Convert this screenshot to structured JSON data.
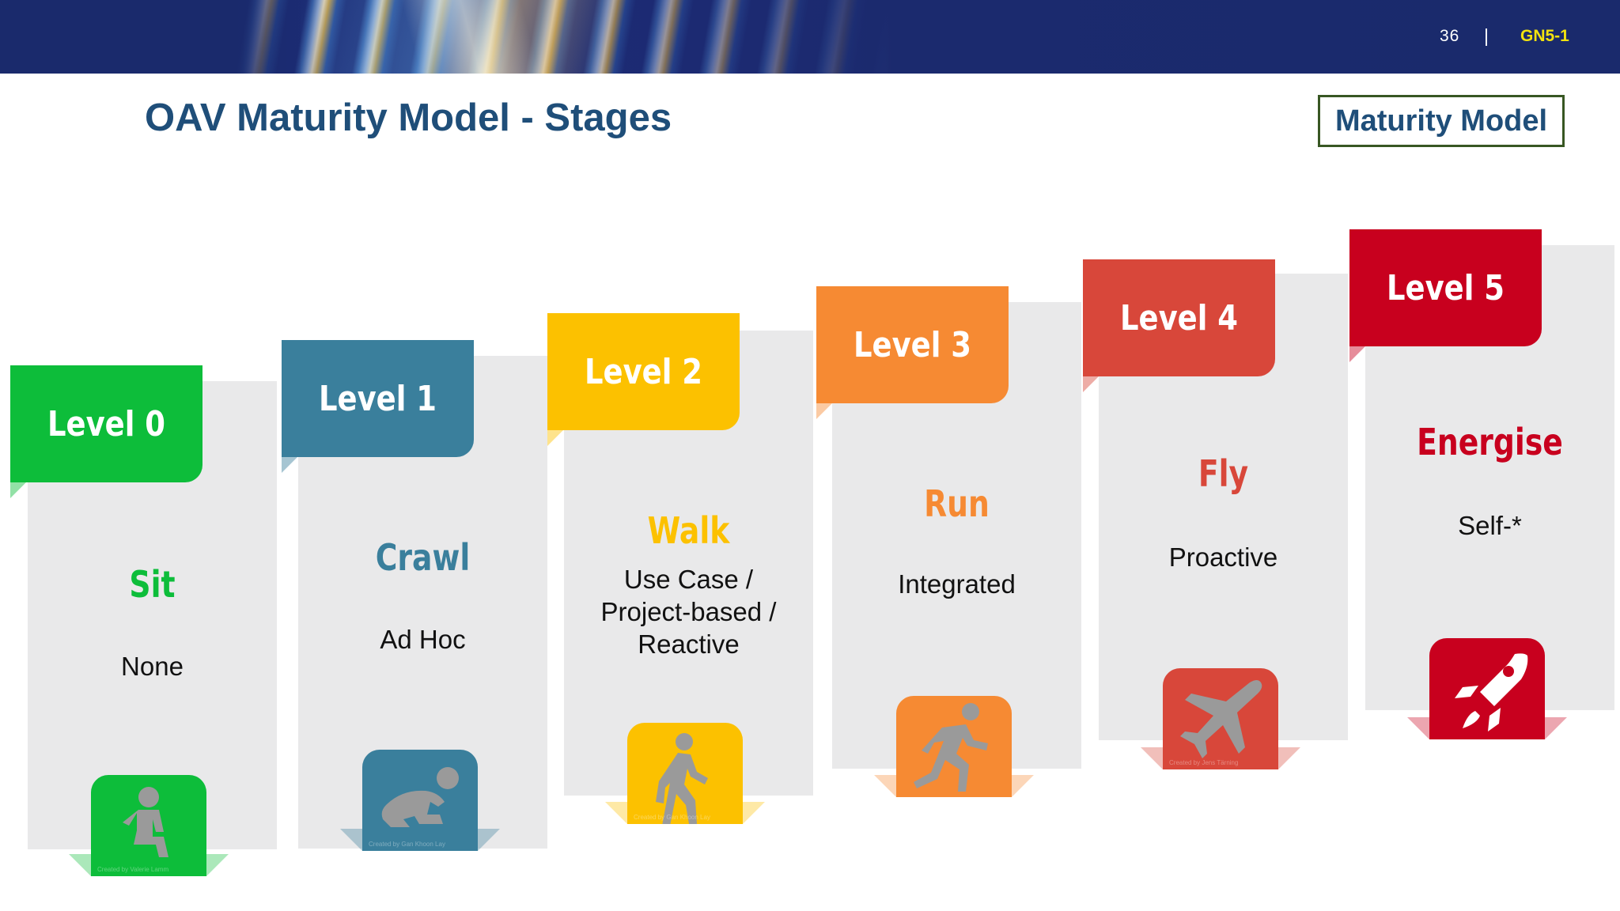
{
  "header": {
    "slide_number": "36",
    "separator": "|",
    "doc_code": "GN5-1"
  },
  "title": "OAV Maturity Model - Stages",
  "tag": "Maturity Model",
  "colors": {
    "level0": "#0dbd3a",
    "level1": "#3a7f9c",
    "level2": "#fcc100",
    "level3": "#f68a33",
    "level4": "#d8473a",
    "level5": "#c8001e",
    "panel": "#e9e9ea",
    "title": "#1f4e79",
    "doc_code": "#f2e20f"
  },
  "levels": [
    {
      "label": "Level 0",
      "stage": "Sit",
      "description": [
        "None"
      ],
      "icon": "sitting-child-icon",
      "credit": "Created by Valerie Lamm"
    },
    {
      "label": "Level 1",
      "stage": "Crawl",
      "description": [
        "Ad Hoc"
      ],
      "icon": "crawling-baby-icon",
      "credit": "Created by Gan Khoon Lay"
    },
    {
      "label": "Level 2",
      "stage": "Walk",
      "description": [
        "Use Case /",
        "Project-based /",
        "Reactive"
      ],
      "icon": "walking-person-icon",
      "credit": "Created by Gan Khoon Lay"
    },
    {
      "label": "Level 3",
      "stage": "Run",
      "description": [
        "Integrated"
      ],
      "icon": "running-person-icon",
      "credit": ""
    },
    {
      "label": "Level 4",
      "stage": "Fly",
      "description": [
        "Proactive"
      ],
      "icon": "airplane-icon",
      "credit": "Created by Jens Tärning"
    },
    {
      "label": "Level 5",
      "stage": "Energise",
      "description": [
        "Self-*"
      ],
      "icon": "rocket-icon",
      "credit": ""
    }
  ]
}
